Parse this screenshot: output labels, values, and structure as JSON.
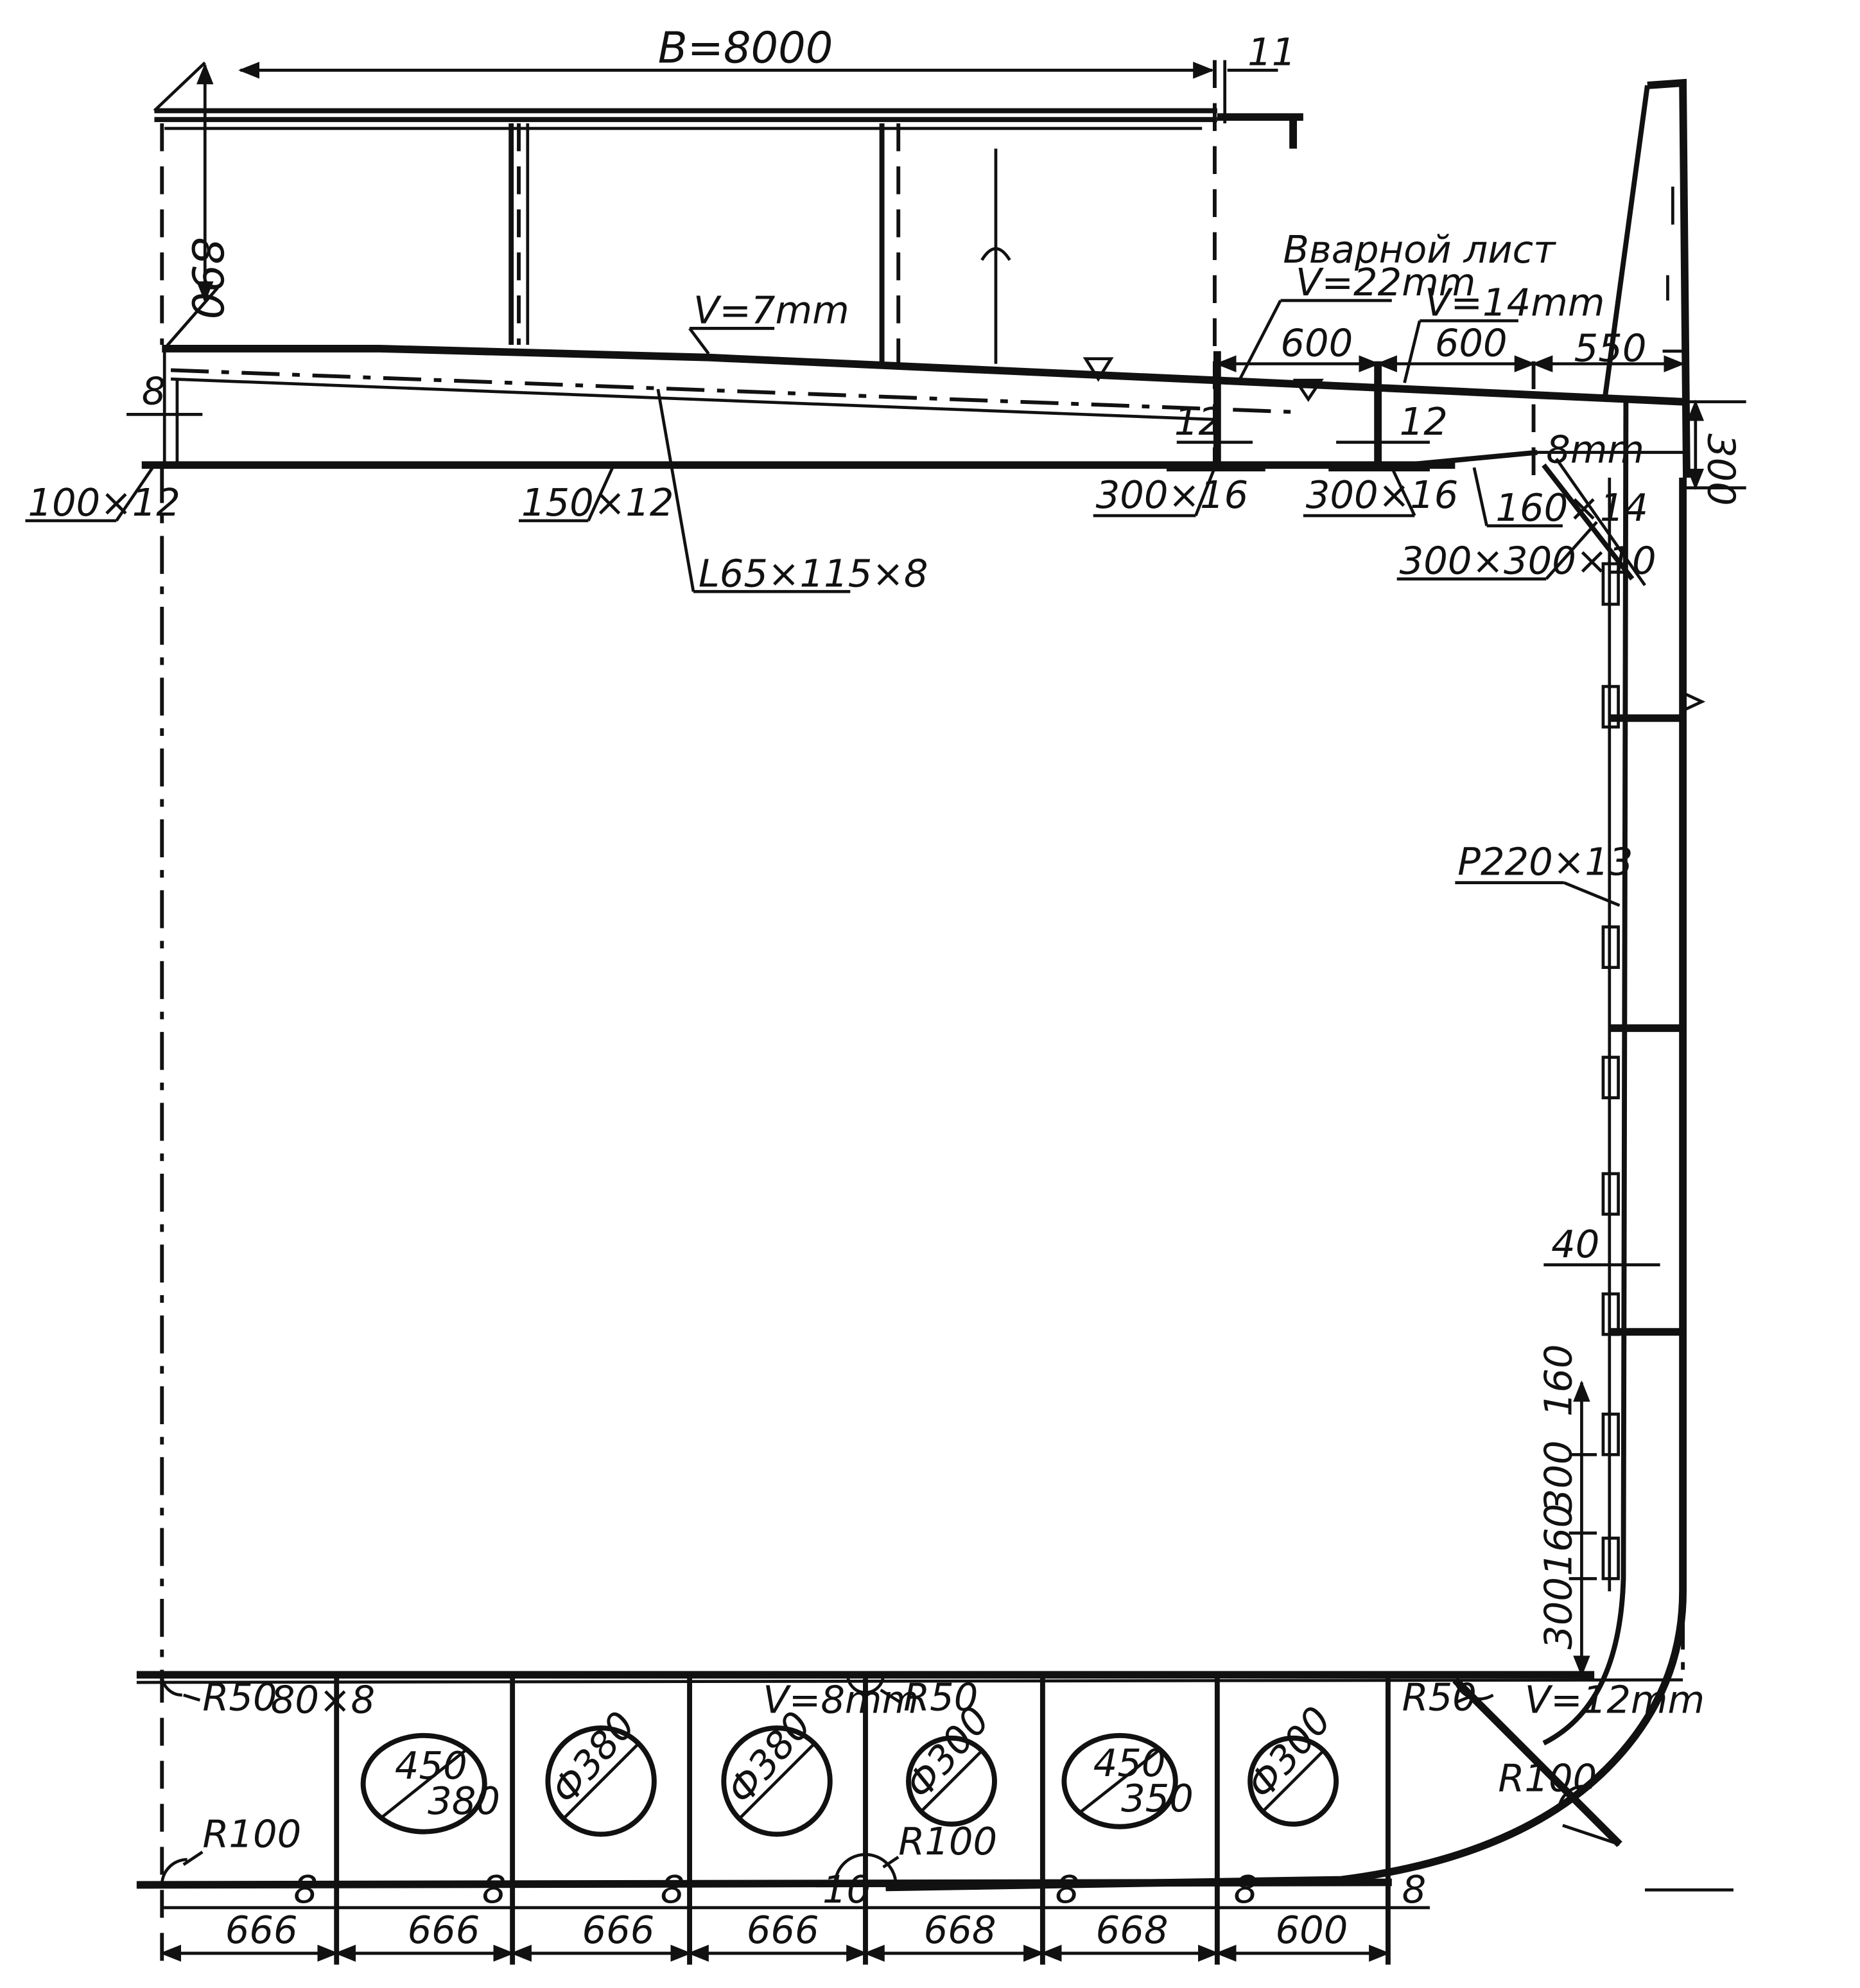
{
  "header": {
    "breadth": "В=8000",
    "gap": "11",
    "height": "890"
  },
  "plates": {
    "deck": "V=7mm",
    "insert_title": "Вварной лист",
    "insert": "V=22mm",
    "stringer": "V=14mm",
    "bracket": "8mm",
    "bilge": "V=12mm",
    "bottom": "V=8mm"
  },
  "dims_top": {
    "d600a": "600",
    "d600b": "600",
    "d550": "550",
    "d300": "300",
    "d8": "8",
    "d12a": "12",
    "d12b": "12"
  },
  "profiles": {
    "p100": "100×12",
    "p150": "150×12",
    "angle": "L65×115×8",
    "p300a": "300×16",
    "p300b": "300×16",
    "p160": "160×14",
    "p300sq": "300×300×10",
    "frame": "P220×13",
    "p80": "80×8"
  },
  "side": {
    "d40": "40",
    "v160a": "160",
    "v300a": "300",
    "v160b": "160",
    "v300b": "300"
  },
  "radii": {
    "r50a": "R50",
    "r50b": "R50",
    "r50c": "R50",
    "r100a": "R100",
    "r100b": "R100",
    "r100c": "R100"
  },
  "holes": {
    "h1_top": "450",
    "h1_bot": "380",
    "h2": "Ф380",
    "h3": "Ф380",
    "h4": "Ф300",
    "h5_top": "450",
    "h5_bot": "350",
    "h6": "Ф300"
  },
  "bottom_thk": {
    "t1": "8",
    "t2": "8",
    "t3": "8",
    "t4": "10",
    "t5": "8",
    "t6": "8",
    "t7": "8"
  },
  "spacing": {
    "s1": "666",
    "s2": "666",
    "s3": "666",
    "s4": "666",
    "s5": "668",
    "s6": "668",
    "s7": "600"
  }
}
